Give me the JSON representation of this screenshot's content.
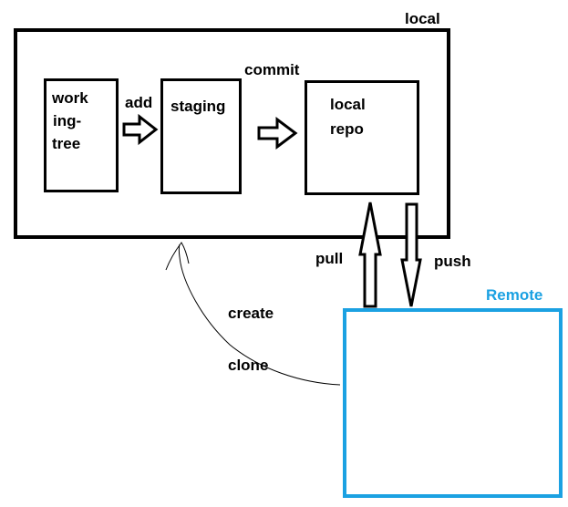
{
  "colors": {
    "ink": "#000000",
    "remote": "#1ba1e2",
    "background": "#ffffff"
  },
  "local": {
    "title": "local"
  },
  "working_tree": {
    "lines": [
      "work",
      "ing-",
      "tree"
    ]
  },
  "staging": {
    "title": "staging"
  },
  "local_repo": {
    "lines": [
      "local",
      "repo"
    ]
  },
  "remote": {
    "title": "Remote"
  },
  "arrows": {
    "add": "add",
    "commit": "commit",
    "pull": "pull",
    "push": "push",
    "create": "create",
    "clone": "clone"
  }
}
